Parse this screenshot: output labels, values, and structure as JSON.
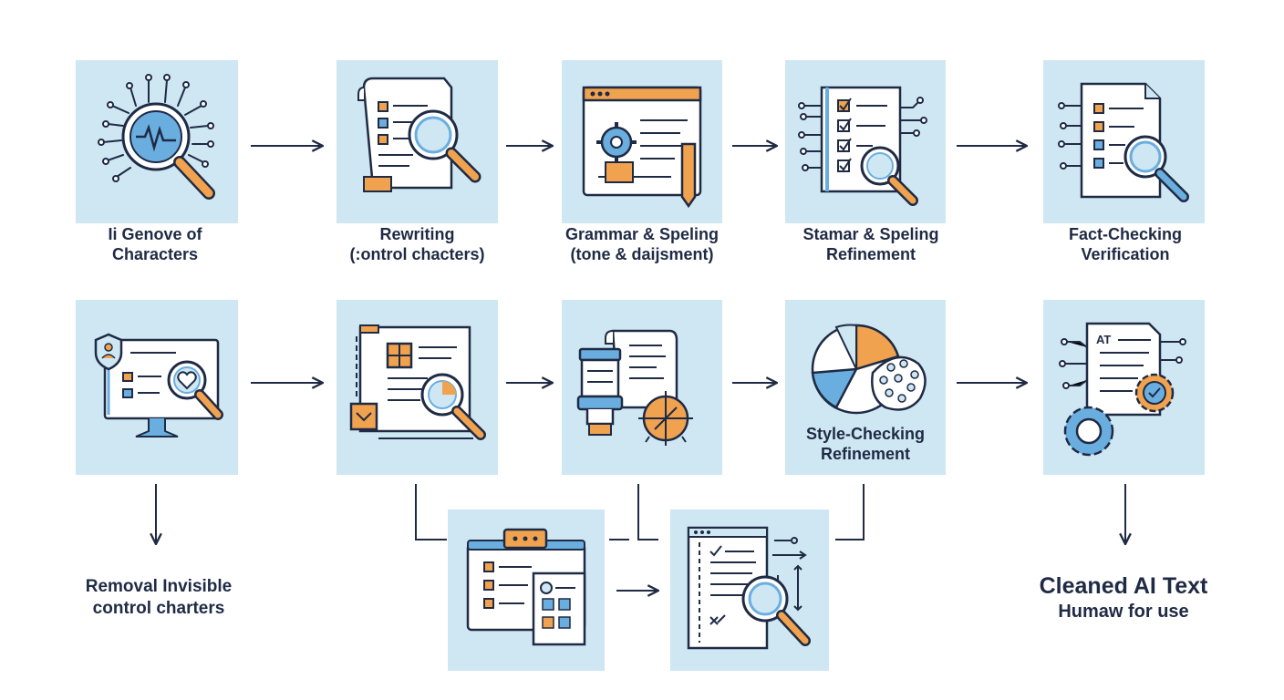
{
  "steps": {
    "s1": {
      "line1": "Ii Genove of",
      "line2": "Characters"
    },
    "s2": {
      "line1": "Rewriting",
      "line2": "(:ontrol chacters)"
    },
    "s3": {
      "line1": "Grammar & Speling",
      "line2": "(tone & daijsment)"
    },
    "s4": {
      "line1": "Stamar & Speling",
      "line2": "Refinement"
    },
    "s5": {
      "line1": "Fact-Checking",
      "line2": "Verification"
    },
    "s9": {
      "line1": "Style-Checking",
      "line2": "Refinement"
    },
    "s10": {
      "badge": "AT"
    },
    "removal": {
      "line1": "Removal Invisible",
      "line2": "control charters"
    },
    "cleaned": {
      "line1": "Cleaned AI Text",
      "line2": "Humaw for use"
    }
  },
  "colors": {
    "tile": "#cfe7f3",
    "ink": "#1f2a44",
    "orange": "#f0a24e",
    "blue": "#6aaee0",
    "paper": "#ffffff"
  },
  "icons": [
    "brain-circuit-magnifier-icon",
    "document-scroll-magnifier-icon",
    "browser-gear-pencil-icon",
    "checklist-magnifier-icon",
    "document-checklist-magnifier-icon",
    "monitor-shield-heart-icon",
    "layout-document-magnifier-icon",
    "scroll-chip-gauge-icon",
    "pie-chart-palette-icon",
    "document-gears-icon",
    "browser-checklist-grid-icon",
    "document-checkmark-magnifier-icon"
  ]
}
